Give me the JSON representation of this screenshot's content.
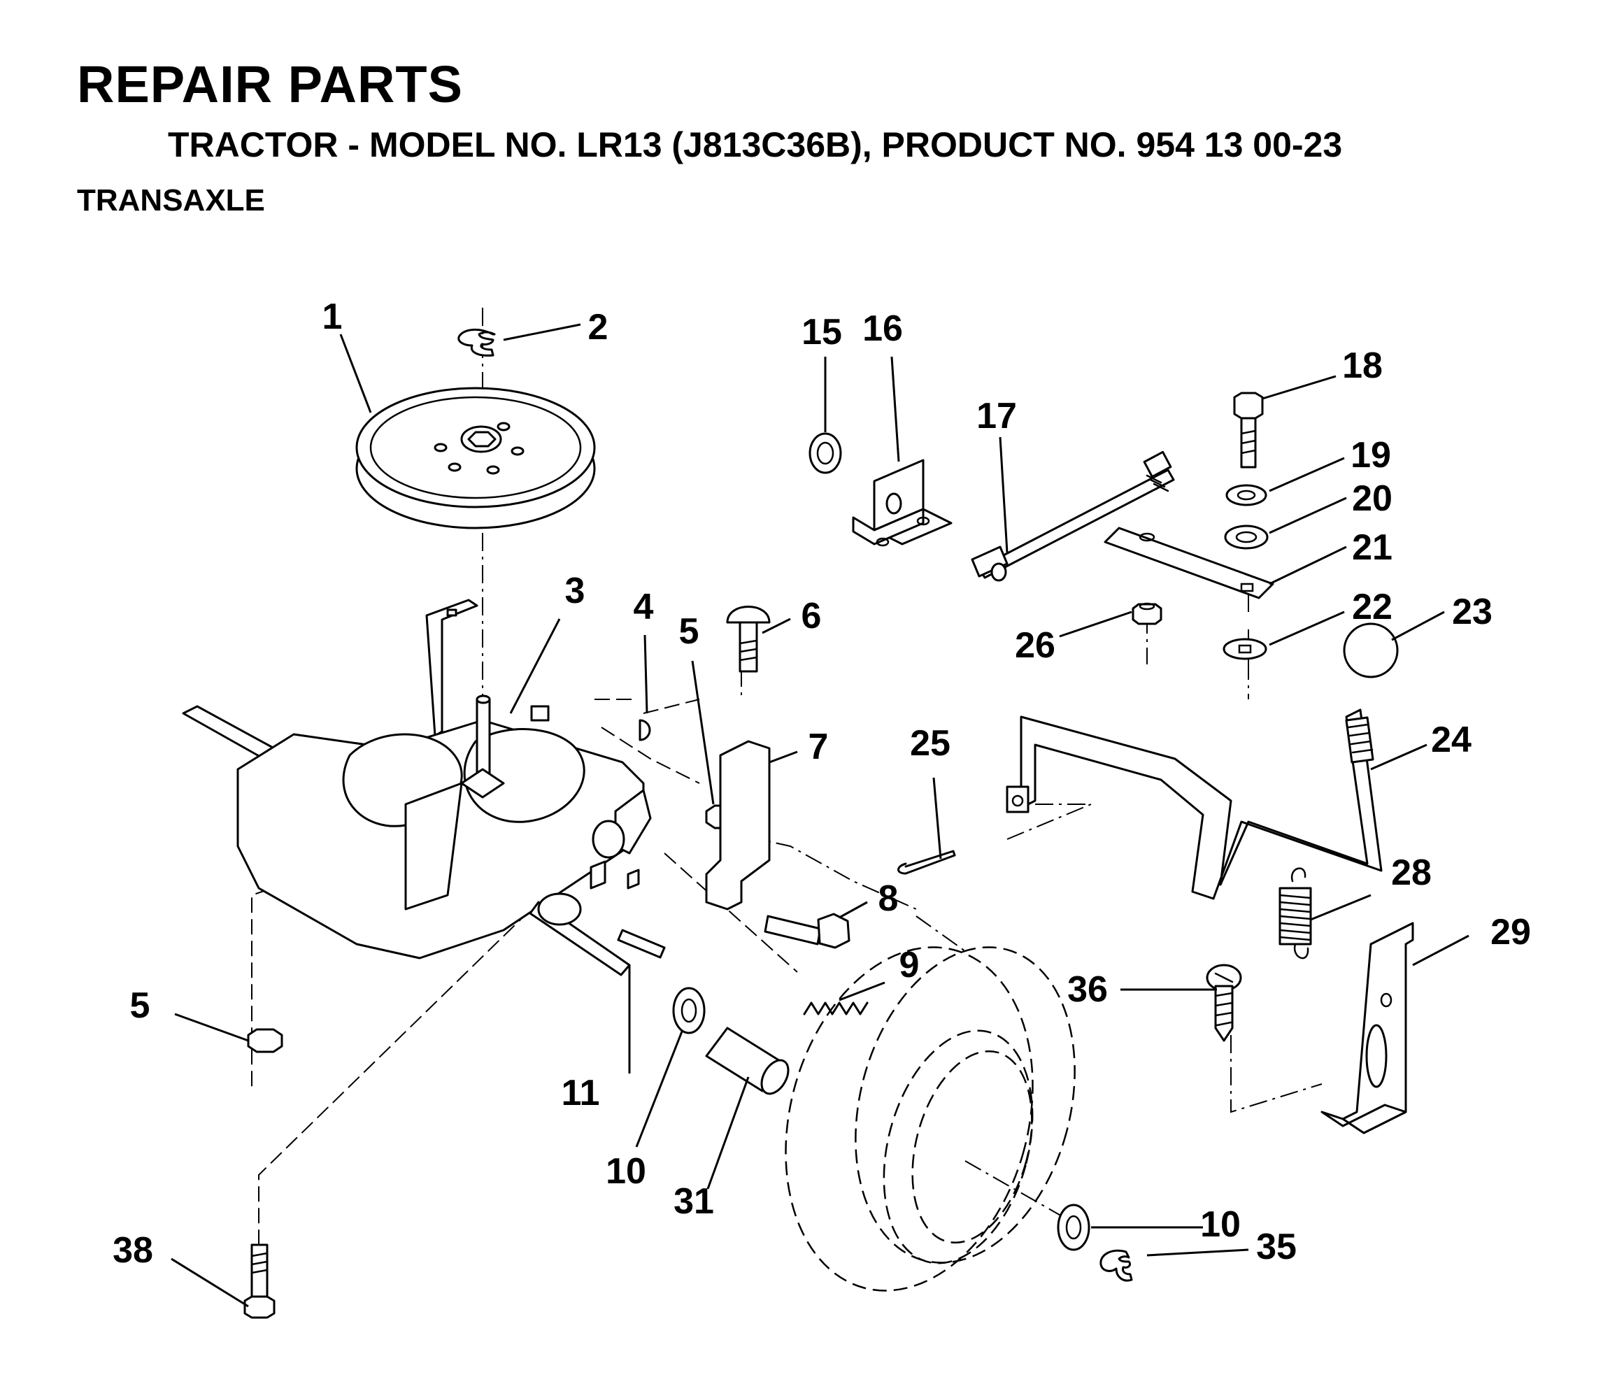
{
  "header": {
    "title": "REPAIR PARTS",
    "subtitle": "TRACTOR - MODEL NO. LR13 (J813C36B), PRODUCT NO. 954 13 00-23",
    "section": "TRANSAXLE"
  },
  "callouts": [
    {
      "id": "c1",
      "text": "1"
    },
    {
      "id": "c2",
      "text": "2"
    },
    {
      "id": "c3",
      "text": "3"
    },
    {
      "id": "c4",
      "text": "4"
    },
    {
      "id": "c5a",
      "text": "5"
    },
    {
      "id": "c5b",
      "text": "5"
    },
    {
      "id": "c6",
      "text": "6"
    },
    {
      "id": "c7",
      "text": "7"
    },
    {
      "id": "c8",
      "text": "8"
    },
    {
      "id": "c9",
      "text": "9"
    },
    {
      "id": "c10a",
      "text": "10"
    },
    {
      "id": "c10b",
      "text": "10"
    },
    {
      "id": "c11",
      "text": "11"
    },
    {
      "id": "c15",
      "text": "15"
    },
    {
      "id": "c16",
      "text": "16"
    },
    {
      "id": "c17",
      "text": "17"
    },
    {
      "id": "c18",
      "text": "18"
    },
    {
      "id": "c19",
      "text": "19"
    },
    {
      "id": "c20",
      "text": "20"
    },
    {
      "id": "c21",
      "text": "21"
    },
    {
      "id": "c22",
      "text": "22"
    },
    {
      "id": "c23",
      "text": "23"
    },
    {
      "id": "c24",
      "text": "24"
    },
    {
      "id": "c25",
      "text": "25"
    },
    {
      "id": "c26",
      "text": "26"
    },
    {
      "id": "c28",
      "text": "28"
    },
    {
      "id": "c29",
      "text": "29"
    },
    {
      "id": "c31",
      "text": "31"
    },
    {
      "id": "c35",
      "text": "35"
    },
    {
      "id": "c36",
      "text": "36"
    },
    {
      "id": "c38",
      "text": "38"
    }
  ]
}
